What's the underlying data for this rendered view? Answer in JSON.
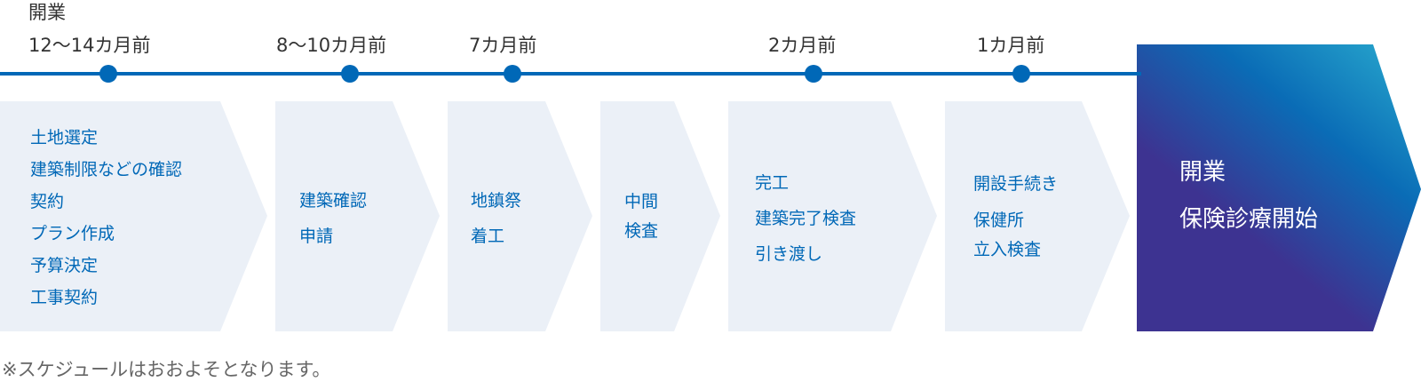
{
  "timeline": {
    "opening_label": "開業",
    "milestones": [
      {
        "label": "12〜14カ月前"
      },
      {
        "label": "8〜10カ月前"
      },
      {
        "label": "7カ月前"
      },
      {
        "label": "2カ月前"
      },
      {
        "label": "1カ月前"
      }
    ]
  },
  "steps": [
    {
      "lines": [
        "土地選定",
        "建築制限などの確認",
        "契約",
        "プラン作成",
        "予算決定",
        "工事契約"
      ]
    },
    {
      "lines": [
        "建築確認",
        "申請"
      ]
    },
    {
      "lines": [
        "地鎮祭",
        "着工"
      ]
    },
    {
      "lines": [
        "中間",
        "検査"
      ]
    },
    {
      "lines": [
        "完工",
        "建築完了検査",
        "引き渡し"
      ]
    },
    {
      "lines": [
        "開設手続き",
        "保健所",
        "立入検査"
      ]
    }
  ],
  "final_step": {
    "lines": [
      "開業",
      "保険診療開始"
    ]
  },
  "note": "※スケジュールはおおよそとなります。",
  "colors": {
    "accent": "#0068b7",
    "box": "#ebf0f7",
    "gradient_top": "#27a8cc",
    "gradient_bottom": "#3d3390"
  }
}
